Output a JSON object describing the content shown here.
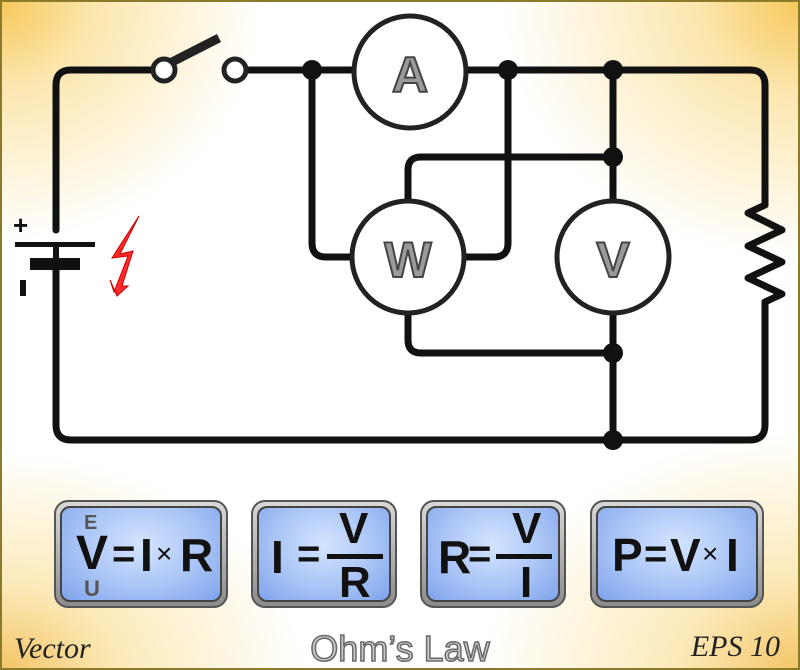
{
  "diagram": {
    "title": "Ohm’s Law",
    "meters": {
      "ammeter": "A",
      "wattmeter": "W",
      "voltmeter": "V"
    },
    "battery": {
      "positive": "+",
      "negative": "-"
    },
    "colors": {
      "wire": "#111111",
      "bolt": "#ff2a2a",
      "card_fill": "#a9c4f5",
      "card_border": "#555555"
    }
  },
  "formulas": [
    {
      "id": "ohms-law",
      "top_label": "E",
      "lhs": "V",
      "bottom_label": "U",
      "rhs": "=I×R",
      "eq": "=",
      "i": "I",
      "times": "×",
      "r": "R"
    },
    {
      "id": "current",
      "lhs": "I",
      "eq": "=",
      "numerator": "V",
      "denominator": "R"
    },
    {
      "id": "resistance",
      "lhs": "R",
      "eq": "=",
      "numerator": "V",
      "denominator": "I"
    },
    {
      "id": "power",
      "p": "P",
      "eq": "=",
      "v": "V",
      "times": "×",
      "i": "I"
    }
  ],
  "footer": {
    "left": "Vector",
    "center": "Ohm’s Law",
    "right": "EPS 10"
  }
}
